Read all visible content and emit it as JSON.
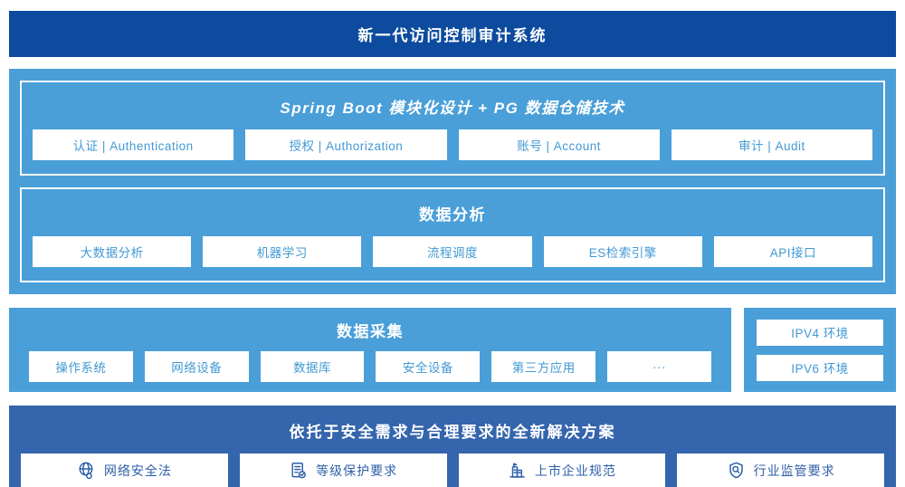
{
  "banner": {
    "title": "新一代访问控制审计系统"
  },
  "platform": {
    "panels": [
      {
        "title": "Spring Boot 模块化设计 + PG 数据仓储技术",
        "items": [
          "认证 | Authentication",
          "授权 | Authorization",
          "账号 | Account",
          "审计 | Audit"
        ]
      },
      {
        "title": "数据分析",
        "items": [
          "大数据分析",
          "机器学习",
          "流程调度",
          "ES检索引擎",
          "API接口"
        ]
      }
    ]
  },
  "collection": {
    "title": "数据采集",
    "items": [
      "操作系统",
      "网络设备",
      "数据库",
      "安全设备",
      "第三方应用",
      "···"
    ]
  },
  "environment": {
    "items": [
      "IPV4 环境",
      "IPV6 环境"
    ]
  },
  "solution": {
    "title": "依托于安全需求与合理要求的全新解决方案",
    "items": [
      {
        "icon": "globe-icon",
        "label": "网络安全法"
      },
      {
        "icon": "document-check-icon",
        "label": "等级保护要求"
      },
      {
        "icon": "building-icon",
        "label": "上市企业规范"
      },
      {
        "icon": "shield-search-icon",
        "label": "行业监管要求"
      }
    ]
  },
  "colors": {
    "dark_blue": "#0C4B9E",
    "light_blue": "#4A9FD8",
    "solution_blue": "#3465AD",
    "light_box_text": "#4299D4",
    "solution_box_text": "#2E5FA8",
    "white": "#FFFFFF"
  }
}
